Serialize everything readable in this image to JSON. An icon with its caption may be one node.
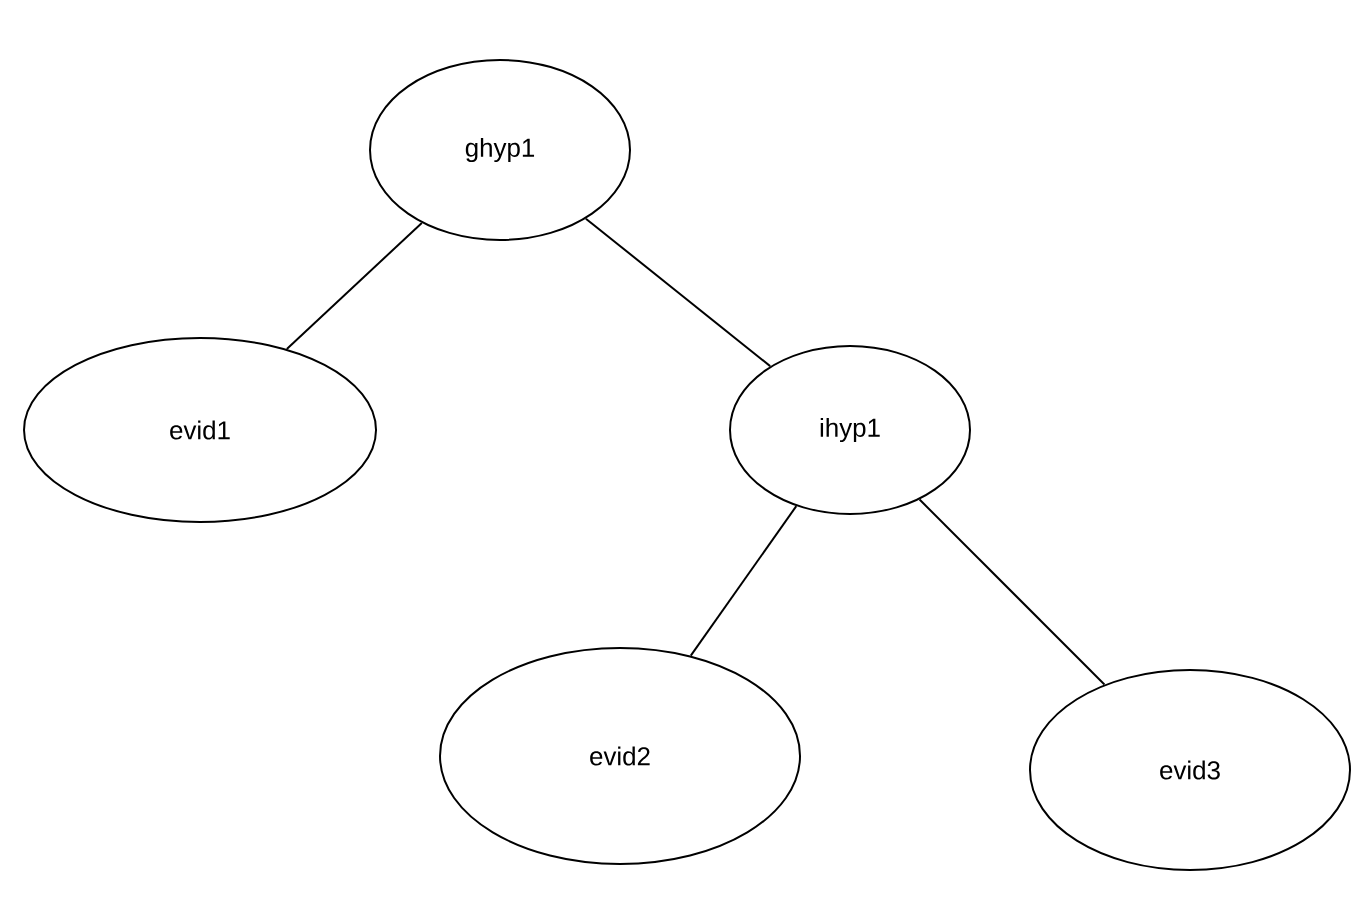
{
  "diagram": {
    "nodes": [
      {
        "text": [
          "ghyp1"
        ]
      },
      {
        "text": [
          "evid1"
        ]
      },
      {
        "text": [
          "ihyp1"
        ]
      },
      {
        "text": [
          "evid2"
        ]
      },
      {
        "text": [
          "evid3"
        ]
      }
    ],
    "edges": [
      {
        "from": 0,
        "to": 1,
        "arrow": "none"
      },
      {
        "from": 0,
        "to": 2,
        "arrow": "none"
      },
      {
        "from": 2,
        "to": 3,
        "arrow": "none"
      },
      {
        "from": 2,
        "to": 4,
        "arrow": "none"
      }
    ]
  }
}
